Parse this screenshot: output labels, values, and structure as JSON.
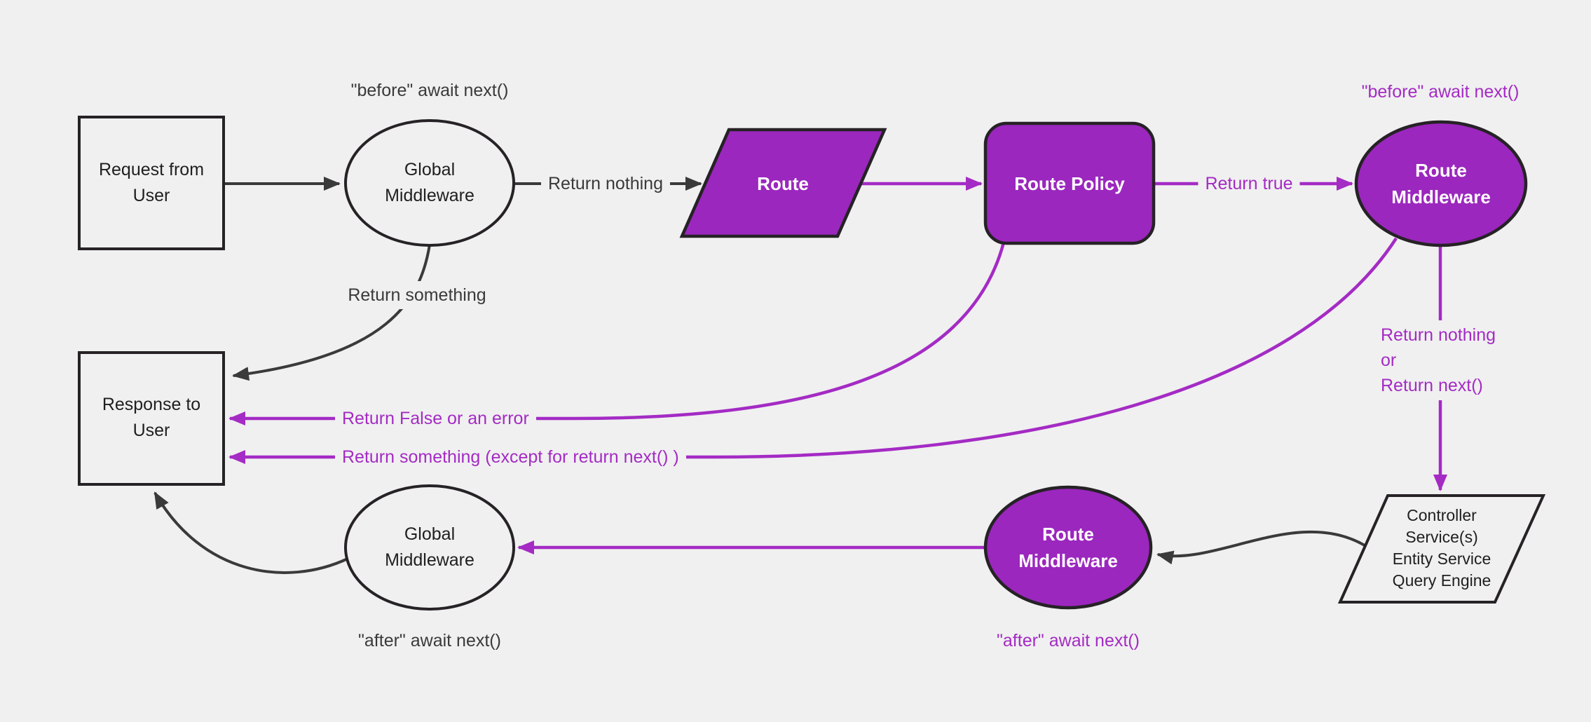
{
  "title": "Middleware request/response flow diagram",
  "colors": {
    "background": "#f0f0f0",
    "node_fill_light": "#f0f0f0",
    "node_fill_purple": "#9b27be",
    "node_border": "#262226",
    "edge_dark": "#3a3a3a",
    "edge_purple": "#a42bc4",
    "text_dark": "#1f1f1f",
    "text_white": "#ffffff"
  },
  "nodes": {
    "request_from_user": {
      "lines": [
        "Request from",
        "User"
      ]
    },
    "global_middleware_top": {
      "lines": [
        "Global",
        "Middleware"
      ]
    },
    "route": {
      "lines": [
        "Route"
      ]
    },
    "route_policy": {
      "lines": [
        "Route Policy"
      ]
    },
    "route_middleware_top": {
      "lines": [
        "Route",
        "Middleware"
      ]
    },
    "response_to_user": {
      "lines": [
        "Response to",
        "User"
      ]
    },
    "global_middleware_bottom": {
      "lines": [
        "Global",
        "Middleware"
      ]
    },
    "route_middleware_bottom": {
      "lines": [
        "Route",
        "Middleware"
      ]
    },
    "controller": {
      "lines": [
        "Controller",
        "Service(s)",
        "Entity Service",
        "Query Engine"
      ]
    }
  },
  "edge_labels": {
    "before_await_next_left": "\"before\" await next()",
    "before_await_next_right": "\"before\" await next()",
    "return_nothing": "Return nothing",
    "return_true": "Return true",
    "return_something": "Return something",
    "return_false_or_error": "Return False or an error",
    "return_something_except": "Return something (except for return next() )",
    "return_nothing_or_next": {
      "lines": [
        "Return nothing",
        "or",
        "Return next()"
      ]
    },
    "after_await_next_left": "\"after\" await next()",
    "after_await_next_right": "\"after\" await next()"
  }
}
